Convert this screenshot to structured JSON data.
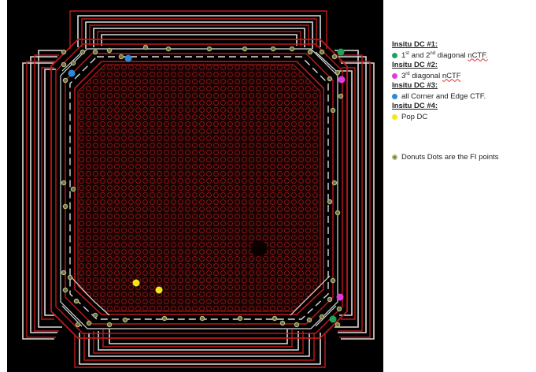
{
  "colors": {
    "background": "#000000",
    "trace_red": "#c0191b",
    "trace_white": "#e8e8e8",
    "green": "#1fa35a",
    "magenta": "#e03be0",
    "blue": "#2b8bd8",
    "yellow": "#f5e61a",
    "donut": "#b7ba7a"
  },
  "legend": {
    "dc1": {
      "title": "Insitu DC #1:",
      "pre": "1",
      "sup1": "st",
      "mid": " and 2",
      "sup2": "nd",
      "post": " diagonal ",
      "term": "nCTF."
    },
    "dc2": {
      "title": "Insitu DC #2:",
      "pre": "3",
      "sup1": "rd",
      "post": " diagonal ",
      "term": "nCTF"
    },
    "dc3": {
      "title": "Insitu DC #3:",
      "text": "all Corner and Edge CTF."
    },
    "dc4": {
      "title": "Insitu DC #4:",
      "text": "Pop DC"
    },
    "note": "Donuts Dots are the FI points"
  },
  "markers": {
    "green": "green",
    "magenta": "magenta",
    "blue": "blue",
    "yellow": "yellow"
  }
}
